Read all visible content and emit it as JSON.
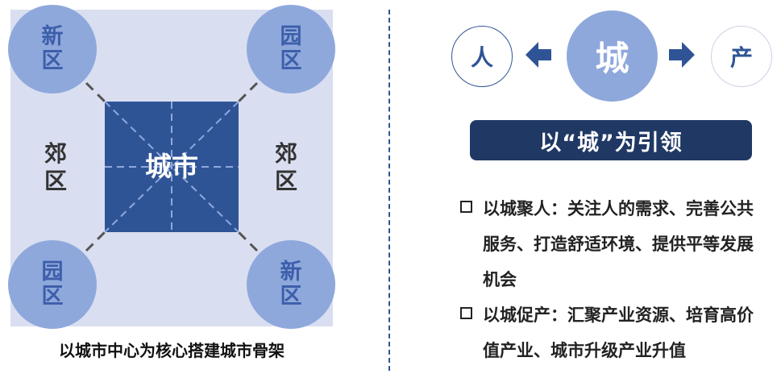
{
  "left": {
    "corners": {
      "top_left": [
        "新",
        "区"
      ],
      "top_right": [
        "园",
        "区"
      ],
      "bottom_left": [
        "园",
        "区"
      ],
      "bottom_right": [
        "新",
        "区"
      ]
    },
    "suburb_left": [
      "郊",
      "区"
    ],
    "suburb_right": [
      "郊",
      "区"
    ],
    "center": "城市",
    "caption": "以城市中心为核心搭建城市骨架",
    "colors": {
      "panel": "#d9dff0",
      "circle": "#8fa8dc",
      "square": "#2f5496"
    }
  },
  "right": {
    "node_left": "人",
    "node_center": "城",
    "node_right": "产",
    "banner": "以“城”为引领",
    "bullets": [
      "以城聚人：关注人的需求、完善公共服务、打造舒适环境、提供平等发展机会",
      "以城促产：汇聚产业资源、培育高价值产业、城市升级产业升值"
    ],
    "colors": {
      "banner": "#203864",
      "accent": "#2f5496"
    }
  }
}
